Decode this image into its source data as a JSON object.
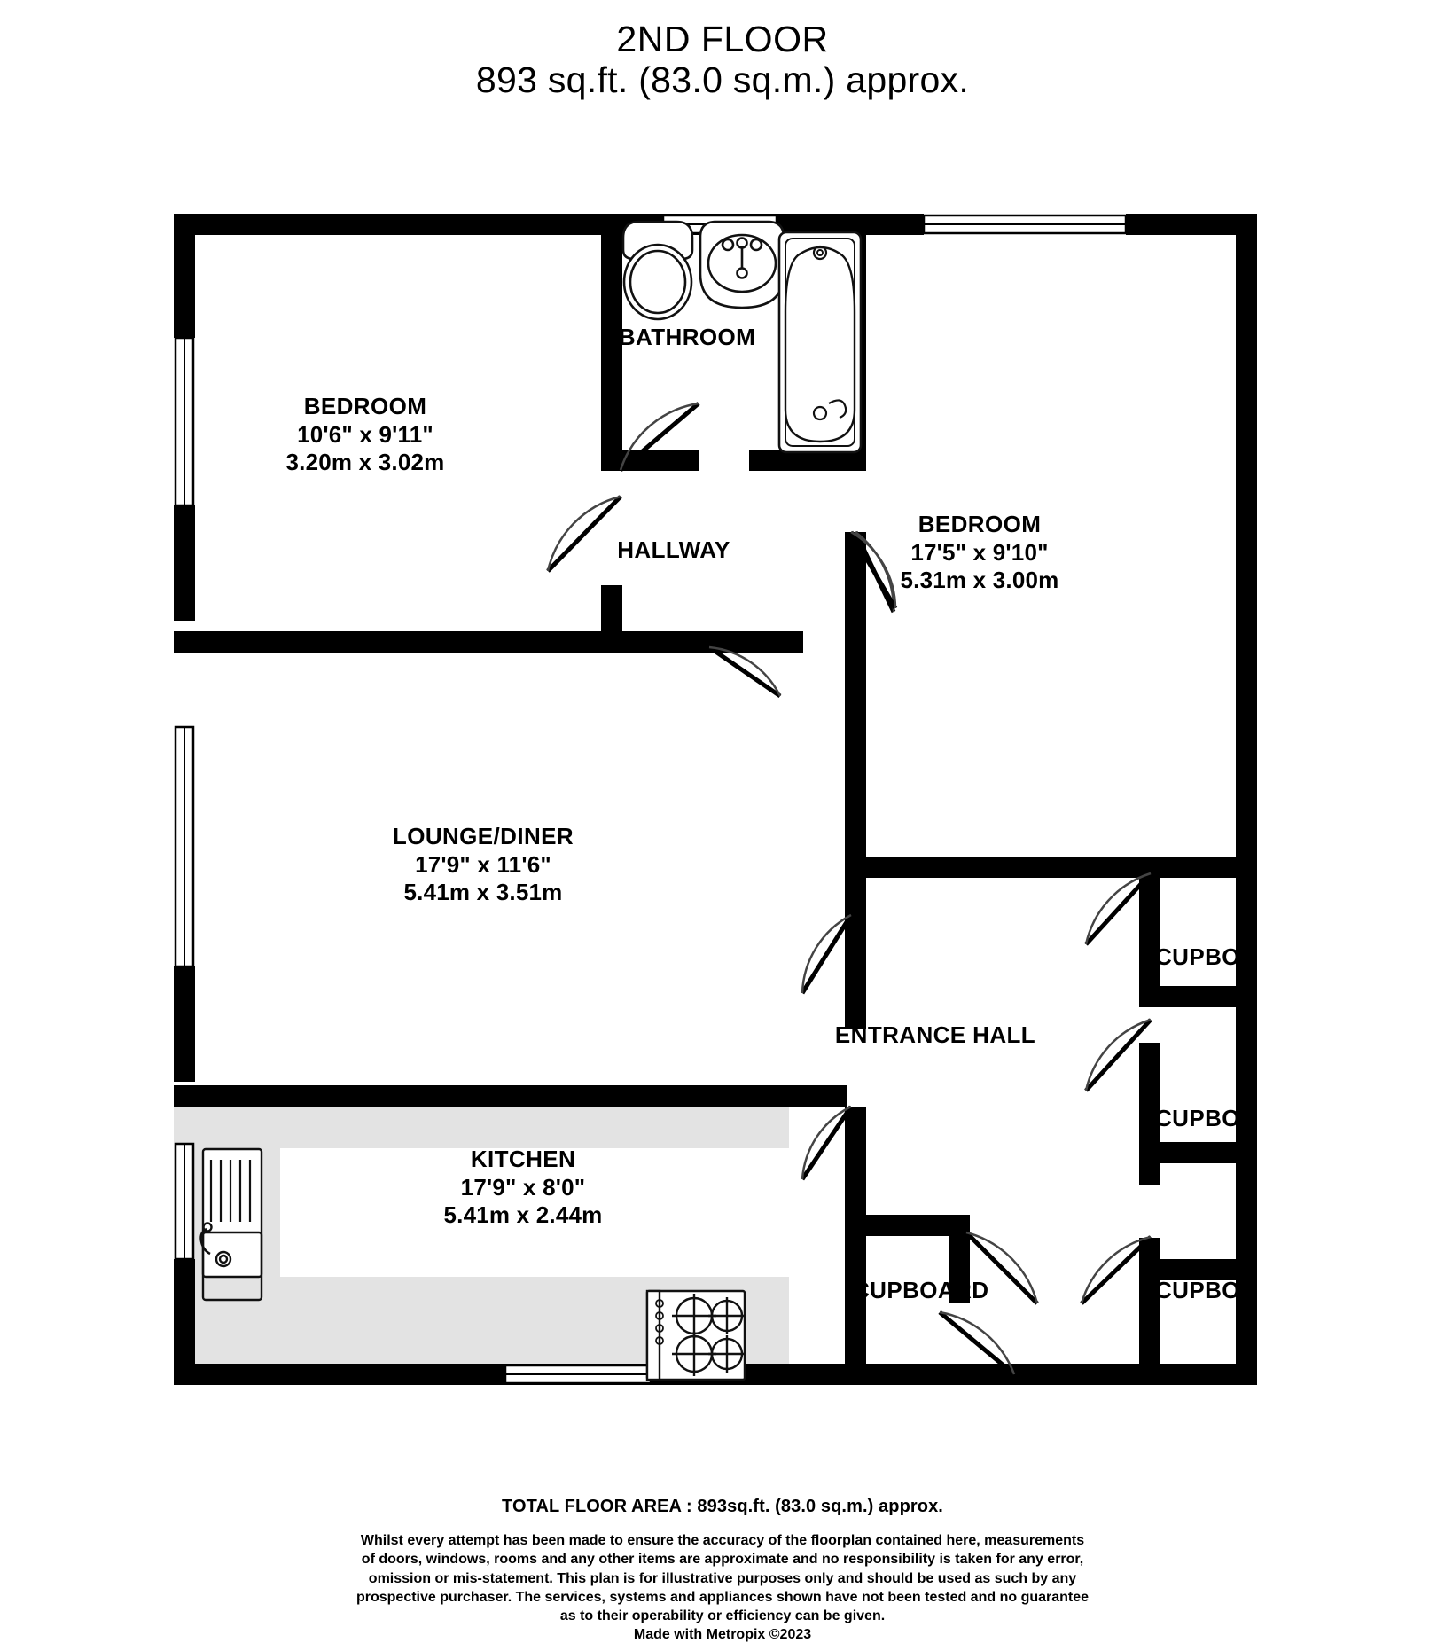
{
  "header": {
    "floor_title": "2ND FLOOR",
    "area_line": "893 sq.ft. (83.0 sq.m.) approx."
  },
  "rooms": [
    {
      "key": "bathroom",
      "name": "BATHROOM",
      "imperial": "",
      "metric": ""
    },
    {
      "key": "bedroom_left",
      "name": "BEDROOM",
      "imperial": "10'6\"  x 9'11\"",
      "metric": "3.20m  x 3.02m"
    },
    {
      "key": "bedroom_right",
      "name": "BEDROOM",
      "imperial": "17'5\"  x 9'10\"",
      "metric": "5.31m  x 3.00m"
    },
    {
      "key": "hallway",
      "name": "HALLWAY",
      "imperial": "",
      "metric": ""
    },
    {
      "key": "lounge_diner",
      "name": "LOUNGE/DINER",
      "imperial": "17'9\"  x 11'6\"",
      "metric": "5.41m  x 3.51m"
    },
    {
      "key": "kitchen",
      "name": "KITCHEN",
      "imperial": "17'9\"  x 8'0\"",
      "metric": "5.41m  x 2.44m"
    },
    {
      "key": "entrance_hall",
      "name": "ENTRANCE HALL",
      "imperial": "",
      "metric": ""
    }
  ],
  "cupboards": [
    {
      "key": "cupboard_1",
      "label": "CUPBOARD"
    },
    {
      "key": "cupboard_2",
      "label": "CUPBOARD"
    },
    {
      "key": "cupboard_3",
      "label": "CUPBOARD"
    },
    {
      "key": "cupboard_4",
      "label": "CUPBOARD"
    }
  ],
  "footer": {
    "total_area": "TOTAL FLOOR AREA : 893sq.ft. (83.0 sq.m.) approx.",
    "disclaimer_lines": [
      "Whilst every attempt has been made to ensure the accuracy of the floorplan contained here, measurements",
      "of doors, windows, rooms and any other items are approximate and no responsibility is taken for any error,",
      "omission or mis-statement. This plan is for illustrative purposes only and should be used as such by any",
      "prospective purchaser. The services, systems and appliances shown have not been tested and no guarantee",
      "as to their operability or efficiency can be given."
    ],
    "credit": "Made with Metropix ©2023"
  },
  "fixtures": [
    {
      "key": "wc",
      "name": "toilet-fixture"
    },
    {
      "key": "basin",
      "name": "wash-basin-fixture"
    },
    {
      "key": "bath",
      "name": "bathtub-fixture"
    },
    {
      "key": "sink",
      "name": "kitchen-sink-fixture"
    },
    {
      "key": "hob",
      "name": "cooker-hob-fixture"
    }
  ],
  "colors": {
    "wall": "#000000",
    "background": "#ffffff",
    "worktop": "#e3e3e3",
    "fixture_stroke": "#1a1a1a",
    "door_swing": "#555555"
  }
}
